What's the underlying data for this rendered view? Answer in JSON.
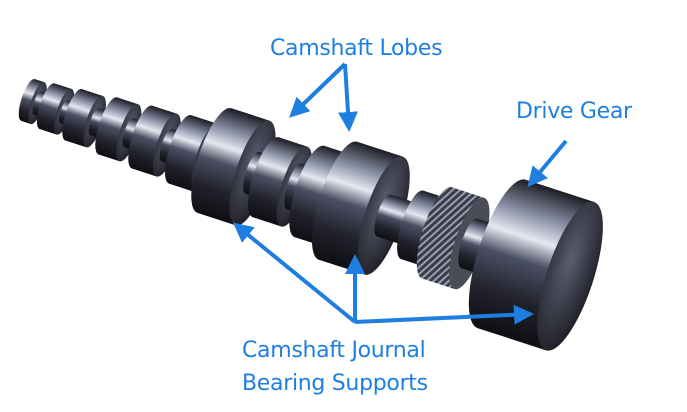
{
  "labels": {
    "lobes": "Camshaft Lobes",
    "drive_gear": "Drive Gear",
    "journal_line1": "Camshaft Journal",
    "journal_line2": "Bearing Supports"
  },
  "colors": {
    "accent": "#1f7fe0",
    "metal_dark": "#15151c",
    "metal_light": "#9aa0b4"
  }
}
